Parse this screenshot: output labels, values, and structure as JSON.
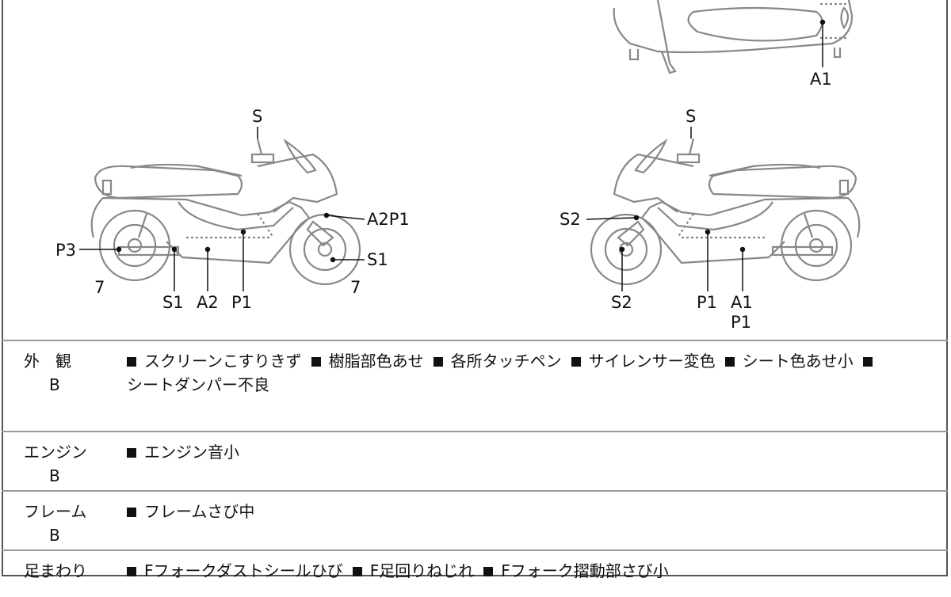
{
  "diagram_labels": {
    "top_view": {
      "a1": "A1"
    },
    "left_side": {
      "s": "S",
      "p3": "P3",
      "rear_7": "7",
      "s1_bottom": "S1",
      "a2": "A2",
      "p1": "P1",
      "front_7": "7",
      "a2p1": "A2P1",
      "s1_front": "S1"
    },
    "right_side": {
      "s": "S",
      "s2_fork": "S2",
      "s2_bottom": "S2",
      "p1": "P1",
      "a1": "A1",
      "p1_below": "P1"
    }
  },
  "rows": [
    {
      "category": "外　観",
      "grade": "B",
      "items": [
        "スクリーンこすりきず",
        "樹脂部色あせ",
        "各所タッチペン",
        "サイレンサー変色",
        "シート色あせ小",
        "シートダンパー不良"
      ]
    },
    {
      "category": "エンジン",
      "grade": "B",
      "items": [
        "エンジン音小"
      ]
    },
    {
      "category": "フレーム",
      "grade": "B",
      "items": [
        "フレームさび中"
      ]
    },
    {
      "category": "足まわり",
      "grade": "",
      "items": [
        "Fフォークダストシールひび",
        "F足回りねじれ",
        "Fフォーク摺動部さび小"
      ]
    }
  ]
}
